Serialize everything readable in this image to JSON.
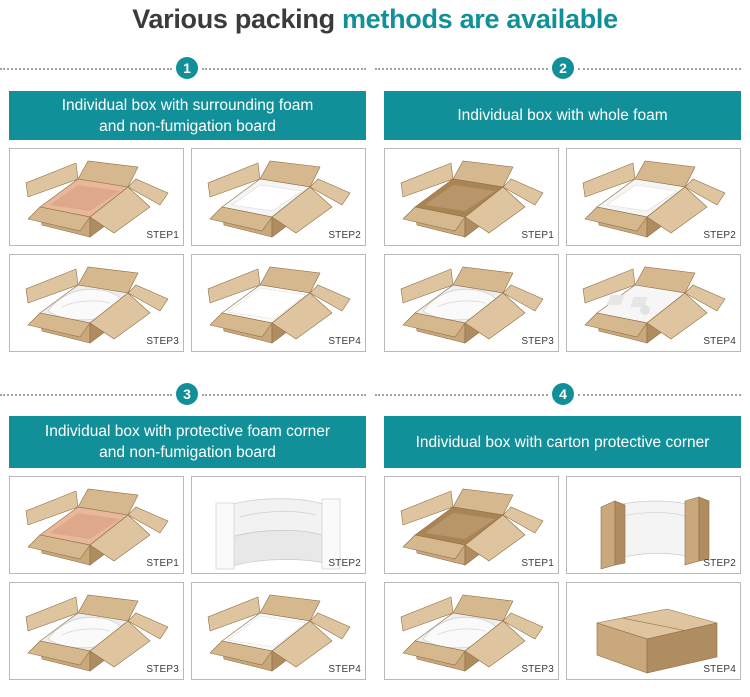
{
  "title": {
    "part1": "Various packing ",
    "part2": "methods are available"
  },
  "colors": {
    "accent": "#12909a",
    "dark": "#3b3b3b",
    "cardboard": "#c8a77c",
    "foam": "#f3f3f3"
  },
  "methods": [
    {
      "number": "1",
      "line1": "Individual box with surrounding foam",
      "line2": "and non-fumigation board",
      "steps": [
        {
          "label": "STEP1",
          "kind": "open-pink"
        },
        {
          "label": "STEP2",
          "kind": "open-foam"
        },
        {
          "label": "STEP3",
          "kind": "open-bag"
        },
        {
          "label": "STEP4",
          "kind": "open-board"
        }
      ]
    },
    {
      "number": "2",
      "line1": "Individual box with whole foam",
      "line2": "",
      "steps": [
        {
          "label": "STEP1",
          "kind": "open-plain"
        },
        {
          "label": "STEP2",
          "kind": "open-foam"
        },
        {
          "label": "STEP3",
          "kind": "open-bag"
        },
        {
          "label": "STEP4",
          "kind": "open-molded"
        }
      ]
    },
    {
      "number": "3",
      "line1": "Individual box with protective foam corner",
      "line2": "and non-fumigation board",
      "steps": [
        {
          "label": "STEP1",
          "kind": "open-pink"
        },
        {
          "label": "STEP2",
          "kind": "foam-corner"
        },
        {
          "label": "STEP3",
          "kind": "open-bag"
        },
        {
          "label": "STEP4",
          "kind": "open-board"
        }
      ]
    },
    {
      "number": "4",
      "line1": "Individual box with carton protective corner",
      "line2": "",
      "steps": [
        {
          "label": "STEP1",
          "kind": "open-plain"
        },
        {
          "label": "STEP2",
          "kind": "carton-corner"
        },
        {
          "label": "STEP3",
          "kind": "open-bag"
        },
        {
          "label": "STEP4",
          "kind": "closed-box"
        }
      ]
    }
  ]
}
